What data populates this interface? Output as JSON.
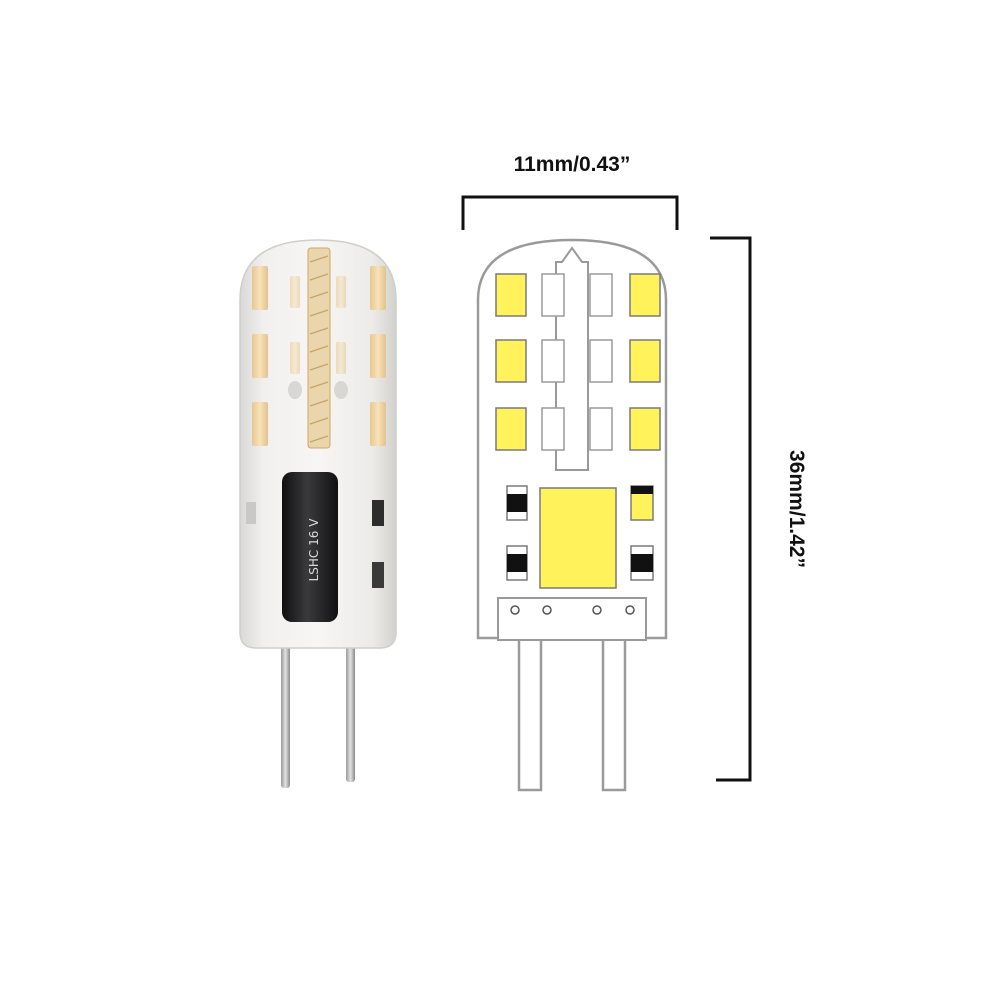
{
  "dimensions": {
    "width_label": "11mm/0.43”",
    "height_label": "36mm/1.42”"
  },
  "photo": {
    "capacitor_text": "LSHC  16 V"
  },
  "colors": {
    "led_warm": "#f3d8a6",
    "led_schematic": "#fff25a",
    "ink": "#111111",
    "outline": "#9a9a9a",
    "silicone": "#ecebea",
    "pin": "#b7b7b7",
    "capacitor": "#1d1d1f"
  },
  "icons": {
    "photo": "g4-led-bulb-photo",
    "schematic": "g4-led-bulb-schematic"
  }
}
